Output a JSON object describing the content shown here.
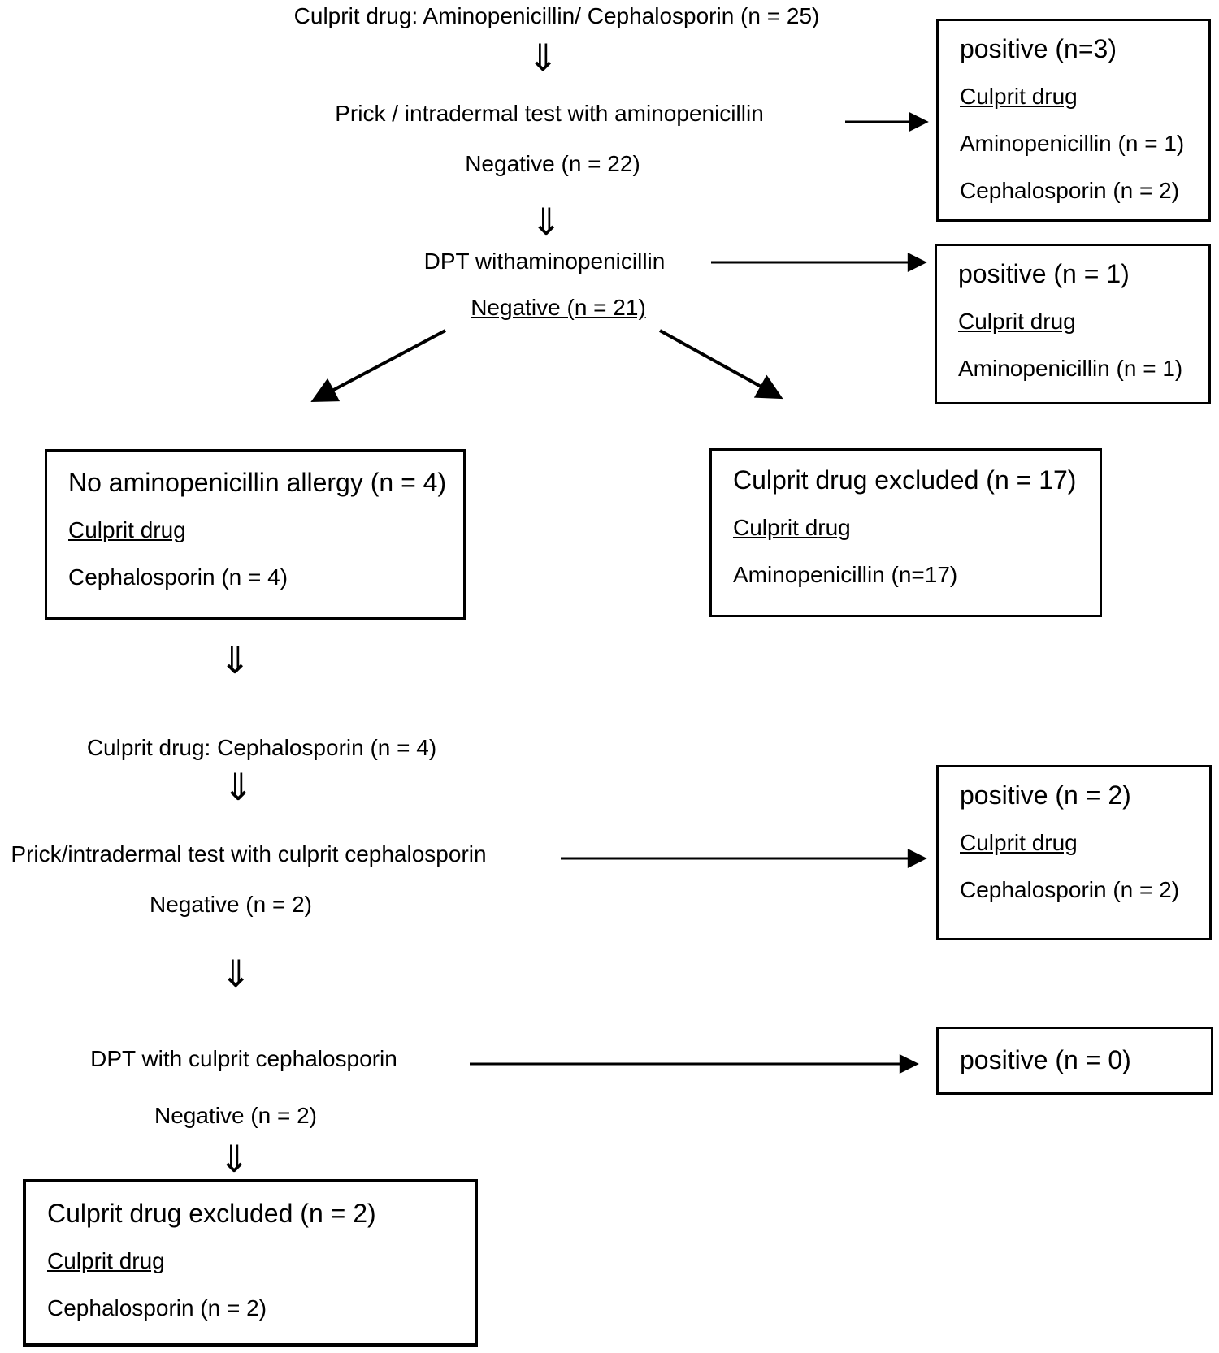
{
  "glyphs": {
    "double_down_arrow": "⇓"
  },
  "top_flow": {
    "title": "Culprit drug: Aminopenicillin/ Cephalosporin (n = 25)",
    "prick_test": "Prick / intradermal test with aminopenicillin",
    "prick_negative": "Negative (n = 22)",
    "dpt_test": "DPT withaminopenicillin",
    "dpt_negative": "Negative (n = 21)"
  },
  "result_boxes": {
    "prick_amino_positive": {
      "heading": "positive (n=3)",
      "label": "Culprit drug",
      "line1": "Aminopenicillin (n = 1)",
      "line2": "Cephalosporin (n = 2)"
    },
    "dpt_amino_positive": {
      "heading": "positive (n = 1)",
      "label": "Culprit drug",
      "line1": "Aminopenicillin (n = 1)"
    },
    "no_amino_allergy": {
      "heading": "No aminopenicillin allergy (n = 4)",
      "label": "Culprit drug",
      "line1": "Cephalosporin (n = 4)"
    },
    "culprit_excluded_17": {
      "heading": "Culprit drug excluded (n = 17)",
      "label": "Culprit drug",
      "line1": "Aminopenicillin (n=17)"
    },
    "prick_ceph_positive": {
      "heading": "positive (n = 2)",
      "label": "Culprit drug",
      "line1": "Cephalosporin (n = 2)"
    },
    "dpt_ceph_positive": {
      "heading": "positive (n = 0)"
    },
    "culprit_excluded_2": {
      "heading": "Culprit drug excluded (n = 2)",
      "label": "Culprit drug",
      "line1": "Cephalosporin (n = 2)"
    }
  },
  "bottom_flow": {
    "title": "Culprit drug: Cephalosporin (n = 4)",
    "prick_test": "Prick/intradermal test with culprit cephalosporin",
    "prick_negative": "Negative (n = 2)",
    "dpt_test": "DPT with culprit cephalosporin",
    "dpt_negative": "Negative (n = 2)"
  },
  "colors": {
    "ink": "#000000",
    "background": "#ffffff"
  }
}
